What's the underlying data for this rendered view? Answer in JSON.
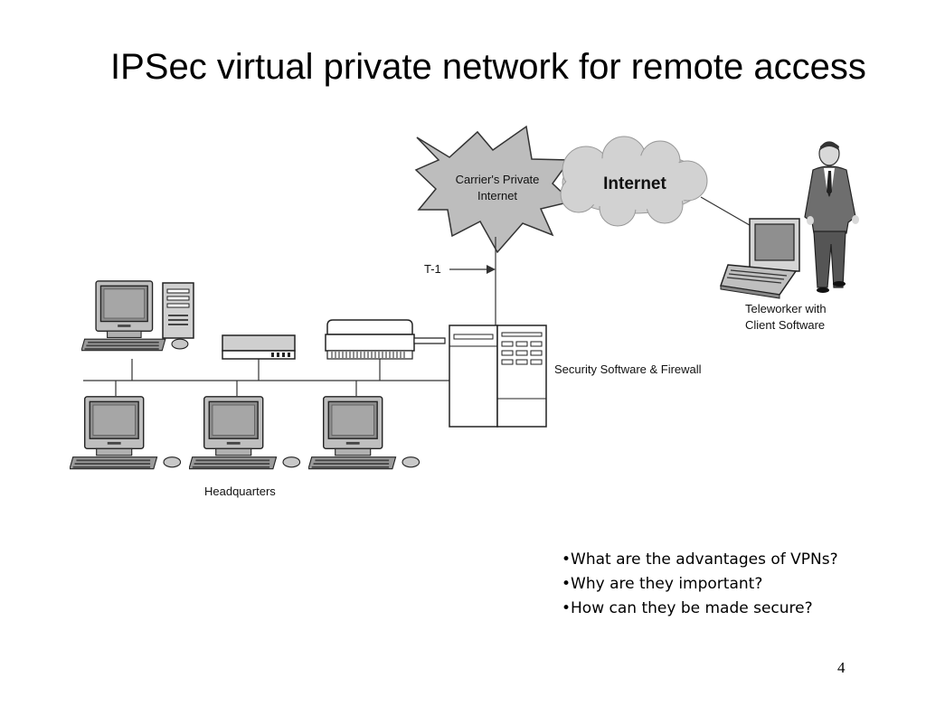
{
  "title": "IPSec virtual private network for remote access",
  "diagram": {
    "carrier_label_line1": "Carrier's Private",
    "carrier_label_line2": "Internet",
    "internet_label": "Internet",
    "t1_label": "T-1",
    "firewall_label": "Security Software & Firewall",
    "teleworker_label_line1": "Teleworker with",
    "teleworker_label_line2": "Client Software",
    "headquarters_label": "Headquarters"
  },
  "questions": [
    "•What are the advantages of VPNs?",
    "•Why are they important?",
    "•How can they be made secure?"
  ],
  "page_number": "4"
}
